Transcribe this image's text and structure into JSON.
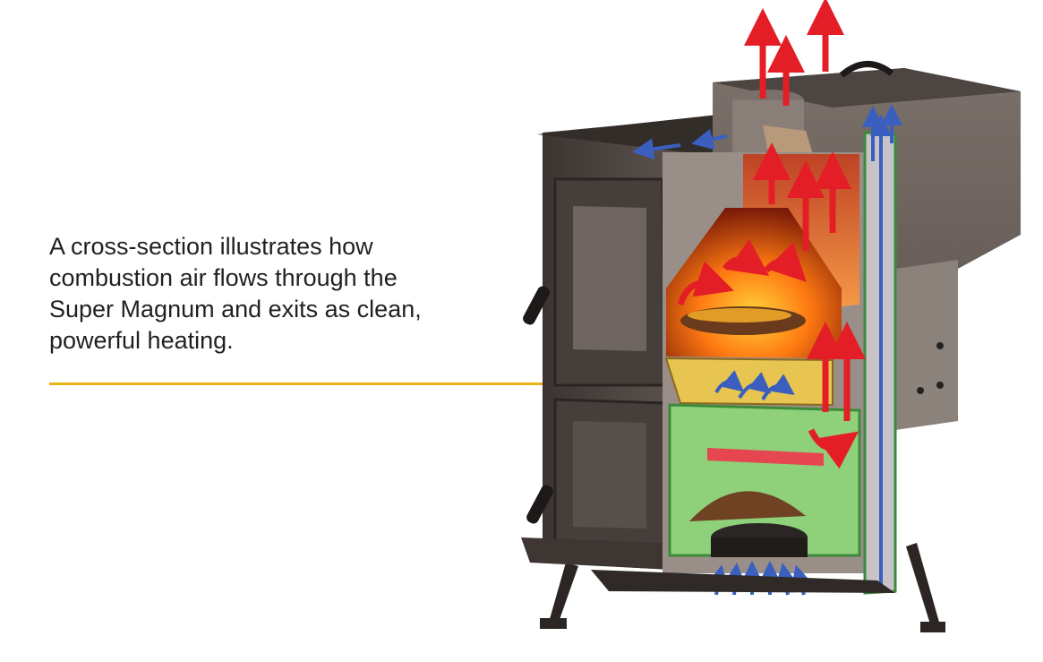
{
  "caption": {
    "lines": [
      "A cross-section illustrates how",
      "combustion air flows through the",
      "Super Magnum and exits as clean,",
      "powerful heating."
    ]
  },
  "colors": {
    "rule": "#e8b214",
    "hot_air": "#e41e26",
    "cool_air": "#3a5fbf",
    "fire": "#ff6a00",
    "chamber_green": "#8fd07a",
    "stove_body": "#4a4340"
  },
  "icons": [
    "red-arrow-icon",
    "blue-arrow-icon",
    "handle-icon"
  ]
}
